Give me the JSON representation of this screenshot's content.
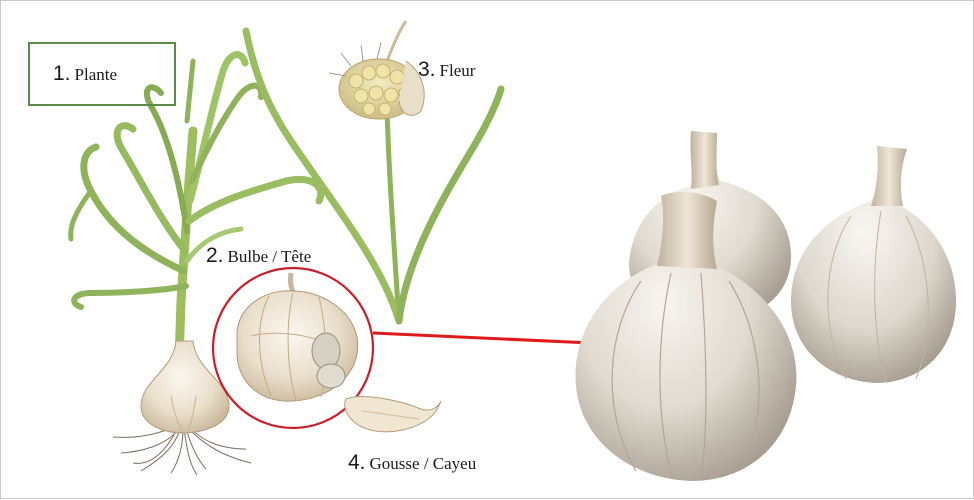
{
  "labels": {
    "plante": {
      "num": "1.",
      "text": "Plante"
    },
    "bulbe": {
      "num": "2.",
      "text": "Bulbe / Tête"
    },
    "fleur": {
      "num": "3.",
      "text": "Fleur"
    },
    "gousse": {
      "num": "4.",
      "text": "Gousse / Cayeu"
    }
  },
  "colors": {
    "callout_circle": "#c8202a",
    "arrow": "#e01a1a",
    "box_border": "#5b8a4a",
    "leaf": "#8fb35a",
    "garlic": "#efe9df"
  }
}
